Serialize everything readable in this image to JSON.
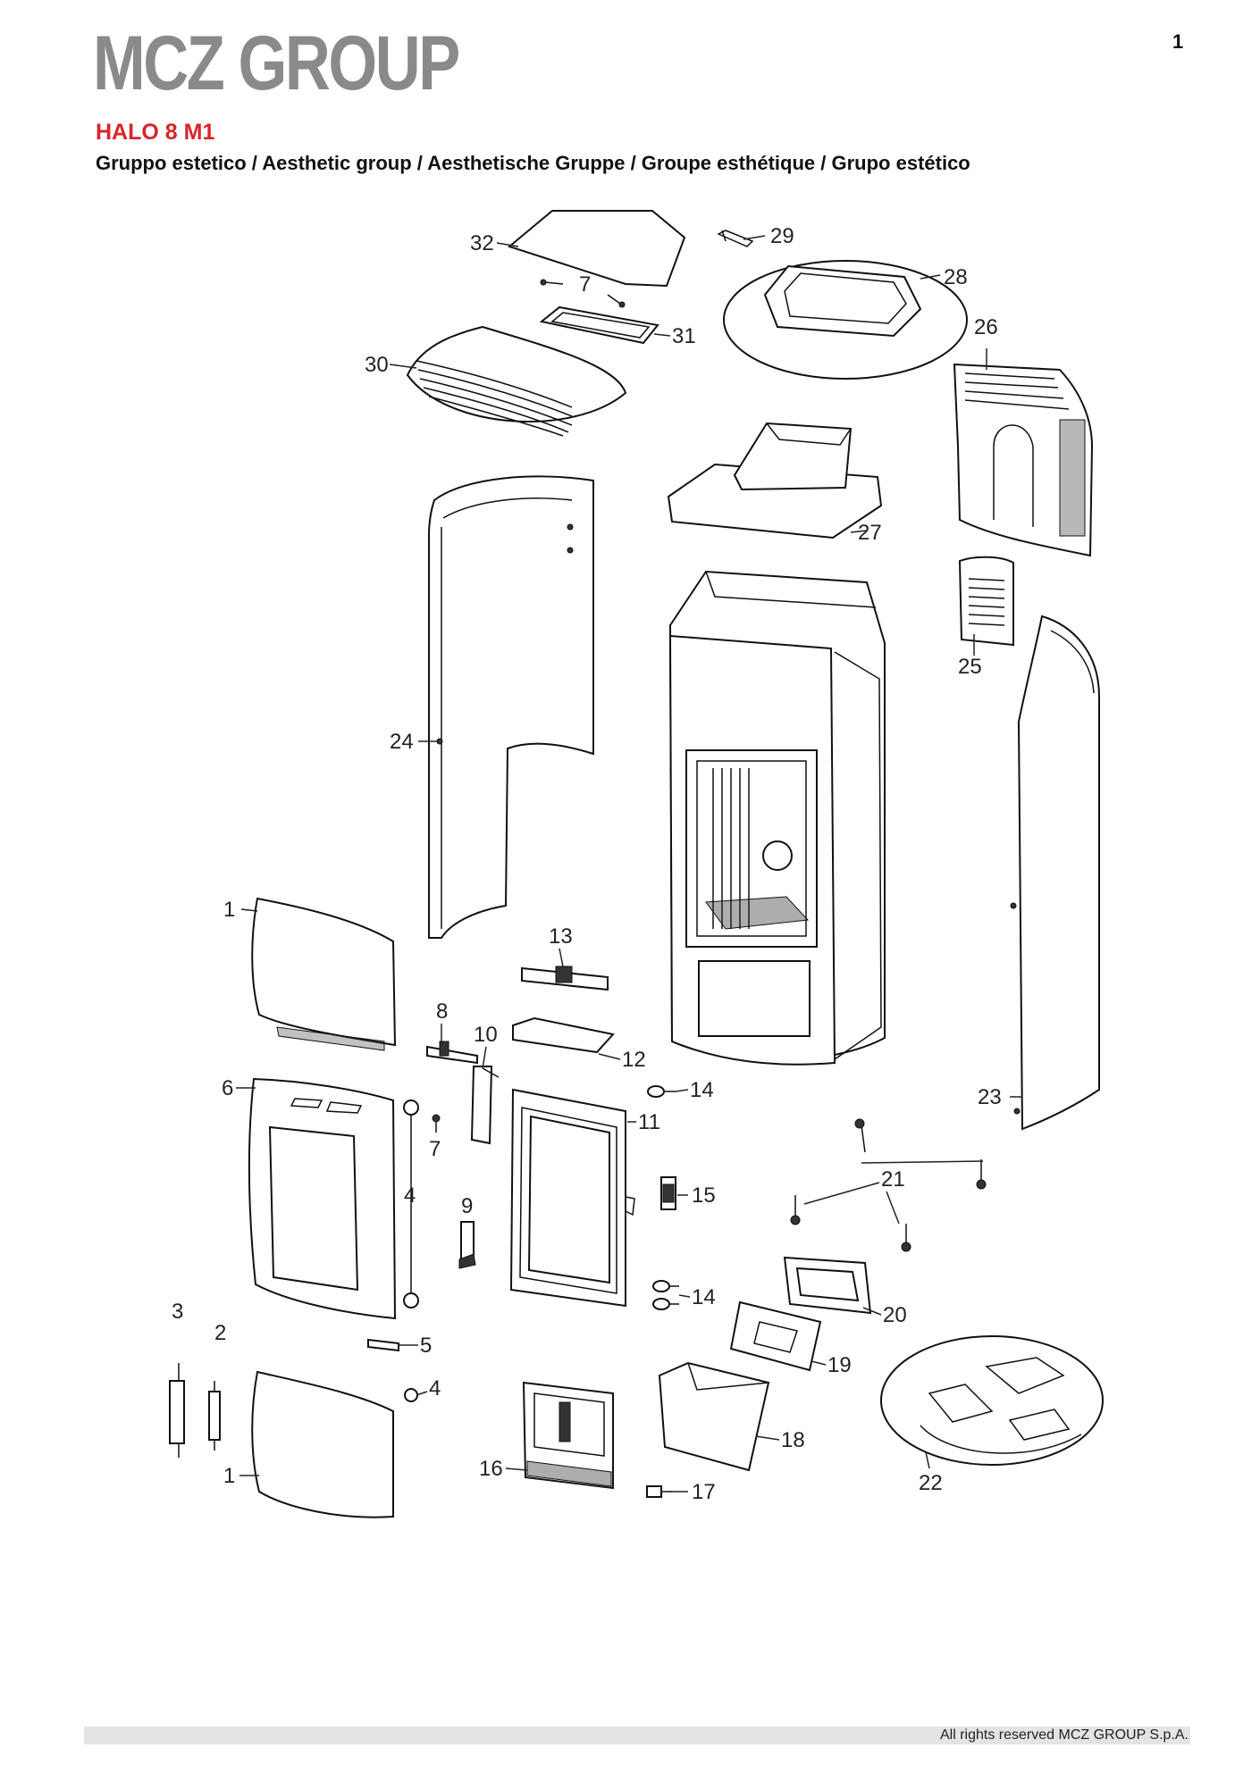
{
  "header": {
    "brand": "MCZ GROUP",
    "page_number": "1",
    "model": "HALO 8 M1",
    "subtitle": "Gruppo estetico / Aesthetic group / Aesthetische Gruppe / Groupe esthétique / Grupo estético"
  },
  "labels": {
    "p1a": "1",
    "p1b": "1",
    "p2": "2",
    "p3": "3",
    "p4a": "4",
    "p4b": "4",
    "p5": "5",
    "p6": "6",
    "p7a": "7",
    "p7b": "7",
    "p8": "8",
    "p9": "9",
    "p10": "10",
    "p11": "11",
    "p12": "12",
    "p13": "13",
    "p14a": "14",
    "p14b": "14",
    "p15": "15",
    "p16": "16",
    "p17": "17",
    "p18": "18",
    "p19": "19",
    "p20": "20",
    "p21": "21",
    "p22": "22",
    "p23": "23",
    "p24": "24",
    "p25": "25",
    "p26": "26",
    "p27": "27",
    "p28": "28",
    "p29": "29",
    "p30": "30",
    "p31": "31",
    "p32": "32"
  },
  "footer": {
    "copyright": "All rights reserved MCZ GROUP S.p.A."
  }
}
